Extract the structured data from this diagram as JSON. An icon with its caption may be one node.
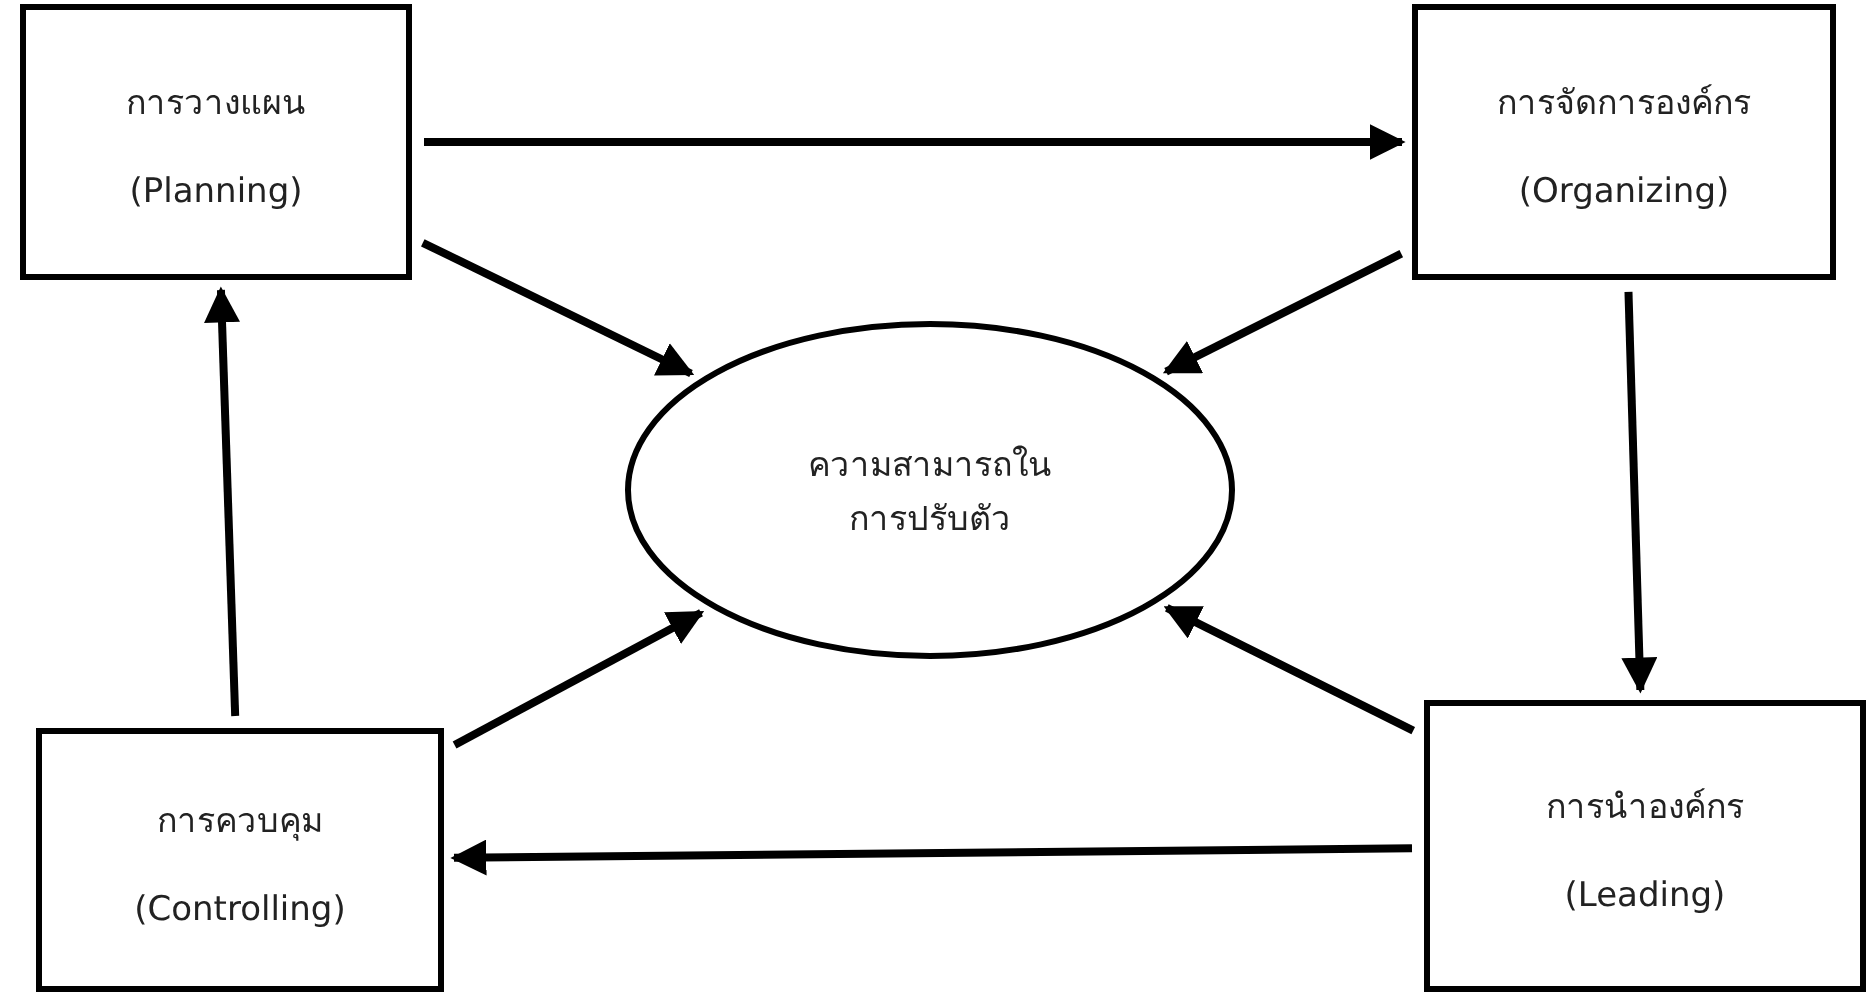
{
  "diagram": {
    "nodes": [
      {
        "text": [
          "การวางแผน",
          "(Planning)"
        ]
      },
      {
        "text": [
          "การจัดการองค์กร",
          "(Organizing)"
        ]
      },
      {
        "text": [
          "ความสามารถในการปรับตัว"
        ]
      },
      {
        "text": [
          "การควบคุม",
          "(Controlling)"
        ]
      },
      {
        "text": [
          "การนำองค์กร",
          "(Leading)"
        ]
      }
    ],
    "edges": [
      {
        "from": 0,
        "to": 1,
        "arrow": "to"
      },
      {
        "from": 0,
        "to": 2,
        "arrow": "to"
      },
      {
        "from": 1,
        "to": 2,
        "arrow": "to"
      },
      {
        "from": 1,
        "to": 4,
        "arrow": "to"
      },
      {
        "from": 4,
        "to": 2,
        "arrow": "to"
      },
      {
        "from": 4,
        "to": 3,
        "arrow": "to"
      },
      {
        "from": 3,
        "to": 2,
        "arrow": "to"
      },
      {
        "from": 3,
        "to": 0,
        "arrow": "to"
      }
    ]
  }
}
